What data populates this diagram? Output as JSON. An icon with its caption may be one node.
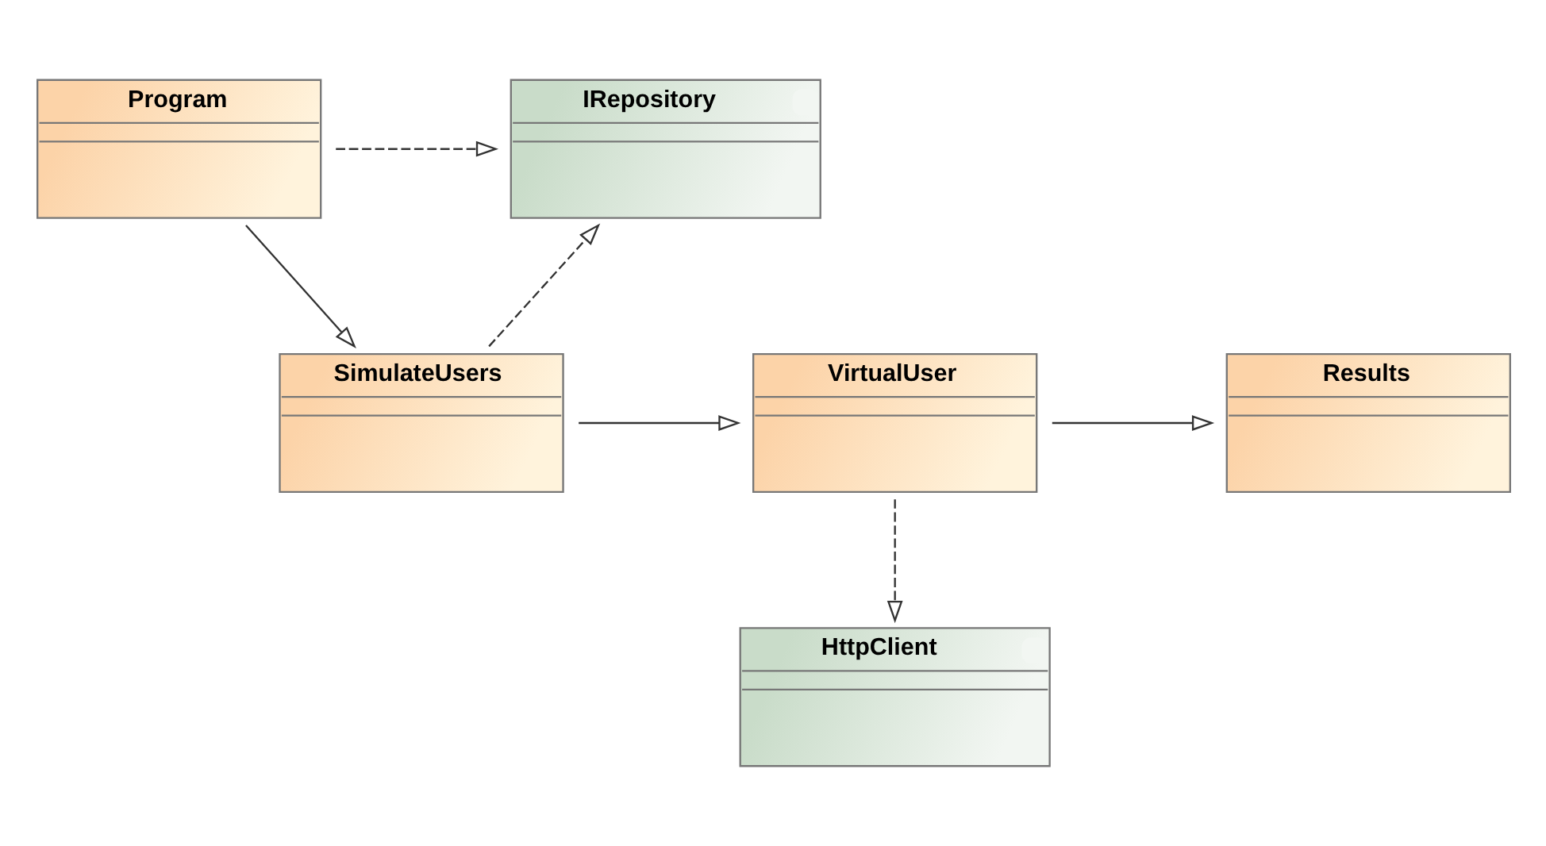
{
  "diagram": {
    "nodes": [
      {
        "text": [
          "Program"
        ]
      },
      {
        "text": [
          "IRepository"
        ]
      },
      {
        "text": [
          "SimulateUsers"
        ]
      },
      {
        "text": [
          "VirtualUser"
        ]
      },
      {
        "text": [
          "Results"
        ]
      },
      {
        "text": [
          "HttpClient"
        ]
      }
    ],
    "edges": [
      {
        "from": 0,
        "to": 1,
        "arrow": "to",
        "style": "dashed"
      },
      {
        "from": 0,
        "to": 2,
        "arrow": "to"
      },
      {
        "from": 2,
        "to": 1,
        "arrow": "to",
        "style": "dashed"
      },
      {
        "from": 2,
        "to": 3,
        "arrow": "to"
      },
      {
        "from": 3,
        "to": 4,
        "arrow": "to"
      },
      {
        "from": 3,
        "to": 5,
        "arrow": "to",
        "style": "dashed"
      }
    ]
  }
}
